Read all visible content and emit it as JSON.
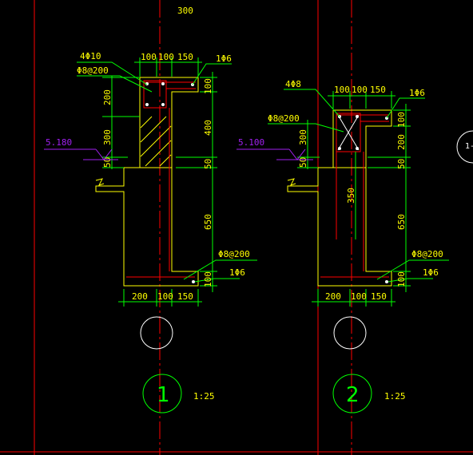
{
  "colors": {
    "background": "#000000",
    "axis_line": "#ff0000",
    "section_outline": "#ffff00",
    "dimension_line": "#00ff00",
    "dimension_text": "#ffff00",
    "rebar": "#ff0000",
    "hatch": "#ffff00",
    "elevation": "#a020f0",
    "circle": "#ffffff",
    "detail_circle": "#00ff00"
  },
  "top_fragment": "300",
  "right_edge_fragment": "1-",
  "detail1": {
    "dims_top": [
      "100",
      "100",
      "150"
    ],
    "dim_top_width_left": "100",
    "dims_bottom": [
      "200",
      "100",
      "150"
    ],
    "left_vertical_dims": [
      "200",
      "300",
      "50"
    ],
    "right_vertical_dims": [
      "100",
      "400",
      "50",
      "650",
      "100"
    ],
    "label_main_bars": "4Φ10",
    "label_stirrup_top": "Φ8@200",
    "label_top_right": "1Φ6",
    "label_stirrup_bottom": "Φ8@200",
    "label_bottom_right": "1Φ6",
    "elevation": "5.180",
    "number": "1",
    "scale": "1:25"
  },
  "detail2": {
    "dims_top": [
      "100",
      "100",
      "150"
    ],
    "dims_bottom": [
      "200",
      "100",
      "150"
    ],
    "left_vertical_dims": [
      "300",
      "50"
    ],
    "right_vertical_dims": [
      "100",
      "200",
      "50",
      "650",
      "100"
    ],
    "dim_inner_vertical": "350",
    "label_main_bars": "4Φ8",
    "label_stirrup_top": "Φ8@200",
    "label_top_right": "1Φ6",
    "label_stirrup_bottom": "Φ8@200",
    "label_bottom_right": "1Φ6",
    "elevation": "5.100",
    "number": "2",
    "scale": "1:25"
  }
}
